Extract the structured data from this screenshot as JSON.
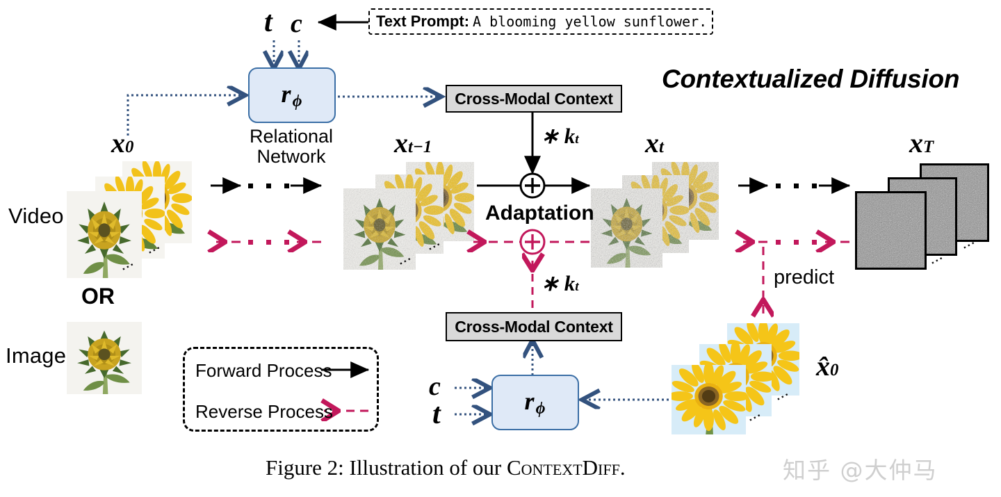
{
  "figure": {
    "title": "Contextualized Diffusion",
    "caption_prefix": "Figure 2: Illustration of our ",
    "caption_name": "ContextDiff",
    "caption_suffix": ".",
    "watermark": "知乎 @大仲马"
  },
  "prompt": {
    "label": "Text Prompt:",
    "value": "A blooming yellow sunflower."
  },
  "symbols": {
    "t": "t",
    "c": "c",
    "x0": "x",
    "x0_sub": "0",
    "xt1": "x",
    "xt1_sub": "t−1",
    "xt": "x",
    "xt_sub": "t",
    "xT": "x",
    "xT_sub": "T",
    "x0hat": "x̂",
    "x0hat_sub": "0",
    "r": "r",
    "phi": "ϕ",
    "kt_top": "∗ k",
    "kt_top_sub": "t",
    "kt_bottom": "∗ k",
    "kt_bottom_sub": "t",
    "plus": "+"
  },
  "labels": {
    "video": "Video",
    "image": "Image",
    "or": "OR",
    "relational_network": "Relational\nNetwork",
    "relational_network_line1": "Relational",
    "relational_network_line2": "Network",
    "cross_modal_context_top": "Cross-Modal Context",
    "cross_modal_context_bottom": "Cross-Modal Context",
    "adaptation": "Adaptation",
    "predict": "predict"
  },
  "legend": {
    "forward": "Forward Process",
    "reverse": "Reverse Process"
  },
  "colors": {
    "forward_arrow": "#000000",
    "reverse_arrow": "#c2185b",
    "relation_arrow": "#33527e",
    "box_fill": "#dfe9f7",
    "box_stroke": "#3a6ea5",
    "context_fill": "#d9d9d9",
    "watermark": "#cfcfcf"
  }
}
